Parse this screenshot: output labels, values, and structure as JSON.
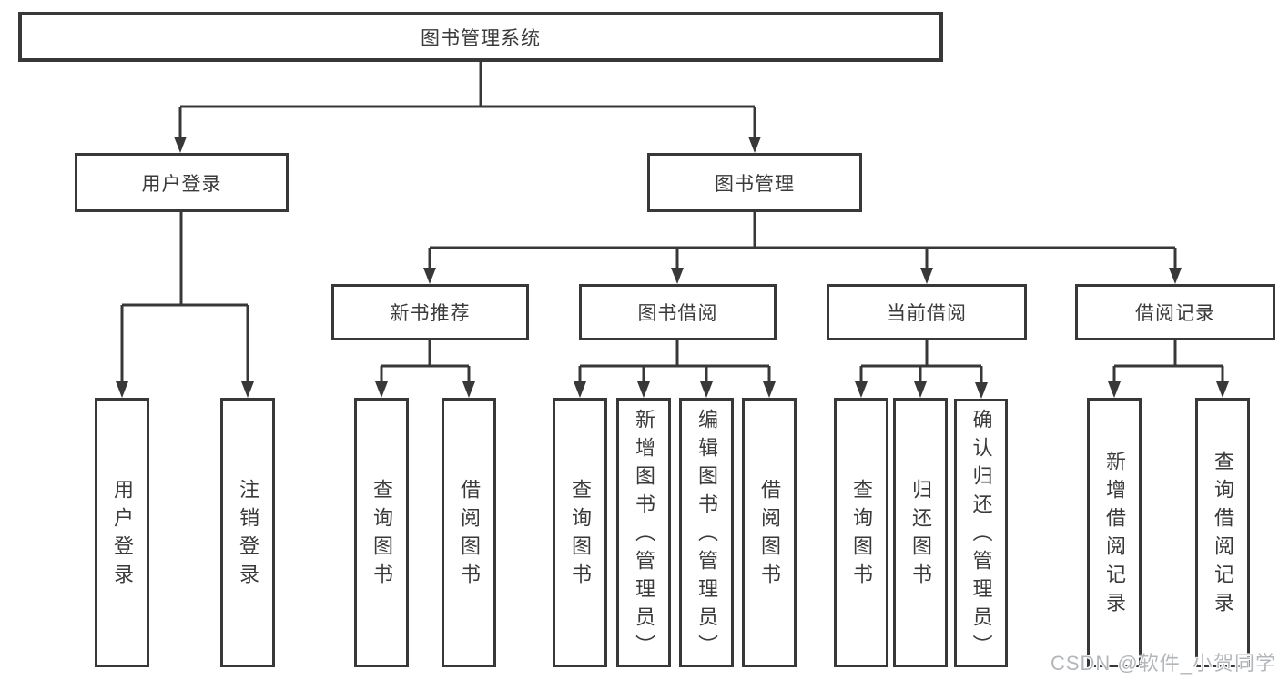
{
  "diagram_type": "hierarchy-flowchart",
  "colors": {
    "background": "#ffffff",
    "line": "#383838",
    "box_border": "#383838",
    "text": "#3a3a3a",
    "watermark": "#b3b7bb"
  },
  "tree": {
    "label": "图书管理系统",
    "children": [
      {
        "label": "用户登录",
        "children": [
          {
            "label": "用户登录"
          },
          {
            "label": "注销登录"
          }
        ]
      },
      {
        "label": "图书管理",
        "children": [
          {
            "label": "新书推荐",
            "children": [
              {
                "label": "查询图书"
              },
              {
                "label": "借阅图书"
              }
            ]
          },
          {
            "label": "图书借阅",
            "children": [
              {
                "label": "查询图书"
              },
              {
                "label": "新增图书（管理员）"
              },
              {
                "label": "编辑图书（管理员）"
              },
              {
                "label": "借阅图书"
              }
            ]
          },
          {
            "label": "当前借阅",
            "children": [
              {
                "label": "查询图书"
              },
              {
                "label": "归还图书"
              },
              {
                "label": "确认归还（管理员）"
              }
            ]
          },
          {
            "label": "借阅记录",
            "children": [
              {
                "label": "新增借阅记录"
              },
              {
                "label": "查询借阅记录"
              }
            ]
          }
        ]
      }
    ]
  },
  "watermark": {
    "text": "CSDN @软件_小贺同学"
  }
}
